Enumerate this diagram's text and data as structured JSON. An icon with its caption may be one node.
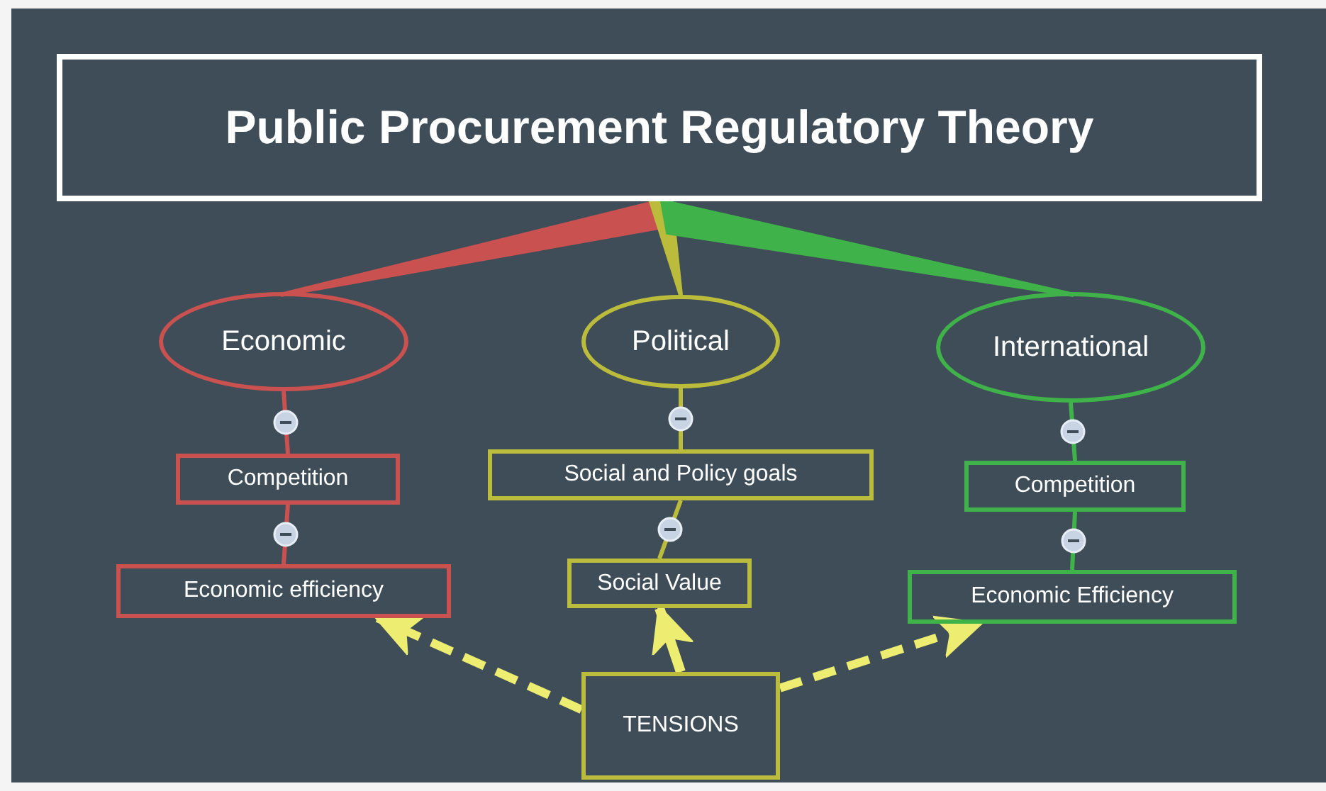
{
  "diagram": {
    "nodes": [
      {
        "text": [
          "Public Procurement Regulatory Theory"
        ]
      },
      {
        "text": [
          "Economic"
        ]
      },
      {
        "text": [
          "Political"
        ]
      },
      {
        "text": [
          "International"
        ]
      },
      {
        "text": [
          "Competition"
        ]
      },
      {
        "text": [
          "Economic efficiency"
        ]
      },
      {
        "text": [
          "Social and Policy goals"
        ]
      },
      {
        "text": [
          "Social Value"
        ]
      },
      {
        "text": [
          "Competition"
        ]
      },
      {
        "text": [
          "Economic Efficiency"
        ]
      },
      {
        "text": [
          "TENSIONS"
        ]
      }
    ],
    "edges": [
      {
        "from": 0,
        "to": 1,
        "arrow": "none",
        "style": "thick",
        "color": "#c9514f"
      },
      {
        "from": 0,
        "to": 2,
        "arrow": "to",
        "style": "thick",
        "color": "#bcbc3c"
      },
      {
        "from": 0,
        "to": 3,
        "arrow": "none",
        "style": "thick",
        "color": "#3fb34a"
      },
      {
        "from": 1,
        "to": 4,
        "arrow": "none",
        "color": "#c9514f"
      },
      {
        "from": 4,
        "to": 5,
        "arrow": "none",
        "color": "#c9514f"
      },
      {
        "from": 2,
        "to": 6,
        "arrow": "none",
        "color": "#bcbc3c"
      },
      {
        "from": 6,
        "to": 7,
        "arrow": "none",
        "color": "#bcbc3c"
      },
      {
        "from": 3,
        "to": 8,
        "arrow": "none",
        "color": "#3fb34a"
      },
      {
        "from": 8,
        "to": 9,
        "arrow": "none",
        "color": "#3fb34a"
      },
      {
        "from": 10,
        "to": 5,
        "arrow": "to",
        "style": "dashed",
        "color": "#eded72"
      },
      {
        "from": 10,
        "to": 7,
        "arrow": "to",
        "style": "thick",
        "color": "#eded72"
      },
      {
        "from": 10,
        "to": 9,
        "arrow": "to",
        "style": "dashed",
        "color": "#eded72"
      }
    ]
  }
}
